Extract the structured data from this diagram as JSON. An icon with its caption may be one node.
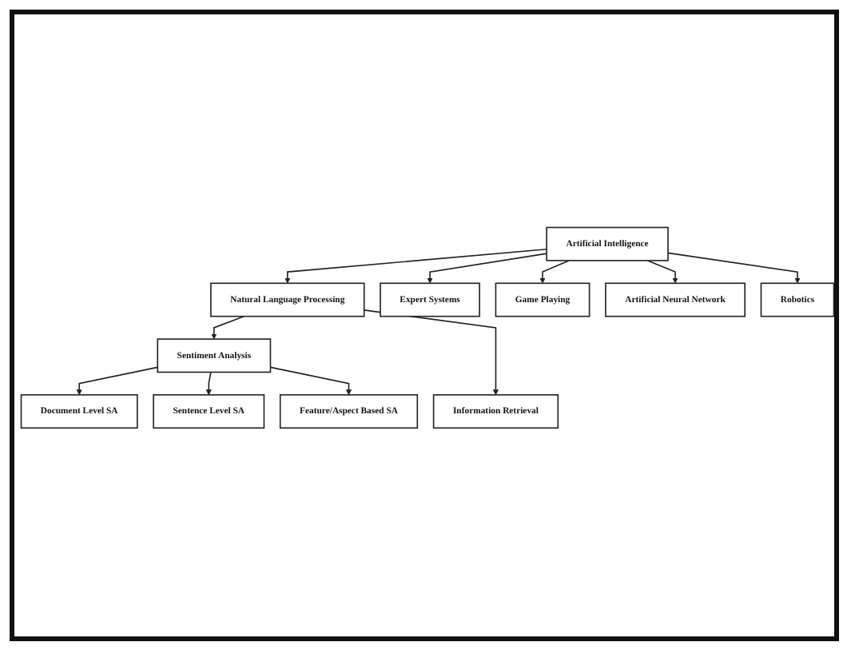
{
  "diagram": {
    "nodes": [
      {
        "text": [
          "Artificial Intelligence"
        ]
      },
      {
        "text": [
          "Natural Language Processing"
        ]
      },
      {
        "text": [
          "Expert Systems"
        ]
      },
      {
        "text": [
          "Game Playing"
        ]
      },
      {
        "text": [
          "Artificial Neural Network"
        ]
      },
      {
        "text": [
          "Robotics"
        ]
      },
      {
        "text": [
          "Sentiment Analysis"
        ]
      },
      {
        "text": [
          "Document Level SA"
        ]
      },
      {
        "text": [
          "Information Retrieval"
        ]
      },
      {
        "text": [
          "Sentence Level SA"
        ]
      },
      {
        "text": [
          "Feature/Aspect Based SA"
        ]
      }
    ],
    "edges": [
      {
        "from": 0,
        "to": 1,
        "arrow": "to"
      },
      {
        "from": 0,
        "to": 2,
        "arrow": "to"
      },
      {
        "from": 0,
        "to": 3,
        "arrow": "to"
      },
      {
        "from": 0,
        "to": 4,
        "arrow": "to"
      },
      {
        "from": 0,
        "to": 5,
        "arrow": "to"
      },
      {
        "from": 1,
        "to": 6,
        "arrow": "to"
      },
      {
        "from": 1,
        "to": 8,
        "arrow": "to"
      },
      {
        "from": 6,
        "to": 7,
        "arrow": "to"
      },
      {
        "from": 6,
        "to": 9,
        "arrow": "to"
      },
      {
        "from": 6,
        "to": 10,
        "arrow": "to"
      }
    ]
  }
}
